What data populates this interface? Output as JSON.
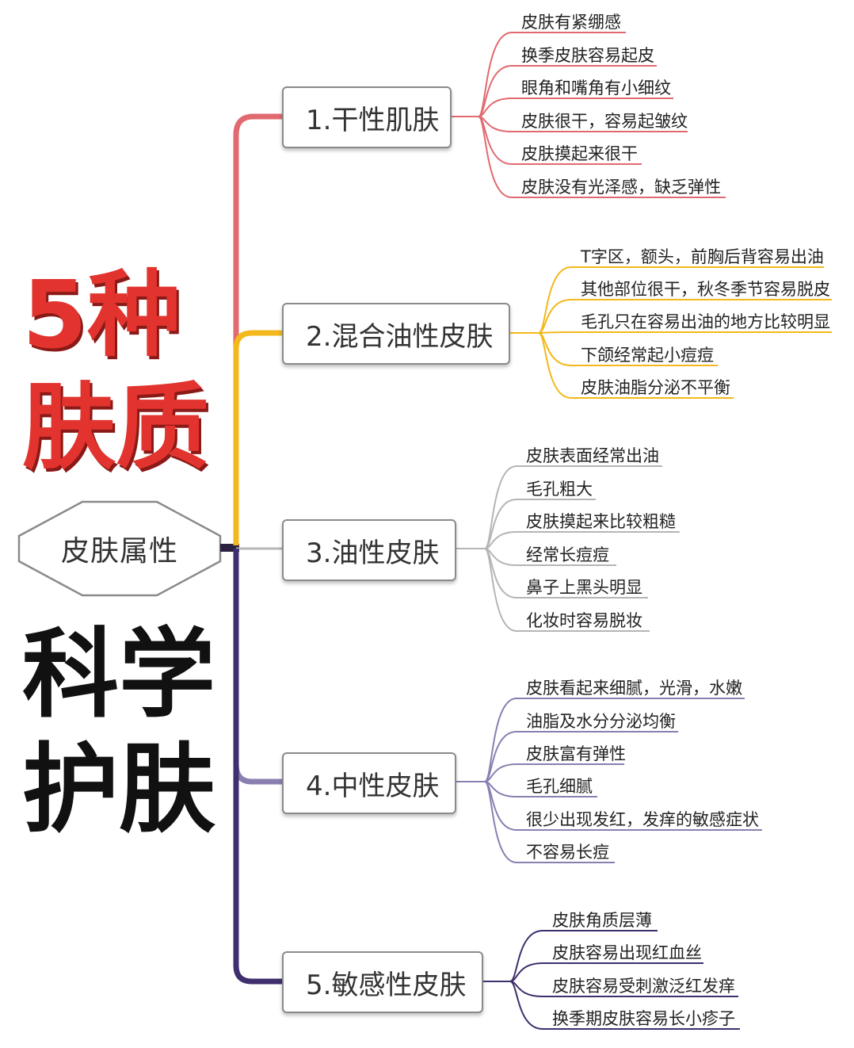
{
  "title": {
    "line1": "5种",
    "line2": "肤质",
    "line3": "科学",
    "line4": "护肤"
  },
  "root": "皮肤属性",
  "colors": {
    "dry": "#e06a70",
    "combination": "#f3b81b",
    "oily": "#b5b5b5",
    "neutral": "#8a7fb0",
    "sensitive": "#3f2f6e",
    "title_red": "#e2332e"
  },
  "categories": [
    {
      "label": "1.干性肌肤",
      "items": [
        "皮肤有紧绷感",
        "换季皮肤容易起皮",
        "眼角和嘴角有小细纹",
        "皮肤很干，容易起皱纹",
        "皮肤摸起来很干",
        "皮肤没有光泽感，缺乏弹性"
      ]
    },
    {
      "label": "2.混合油性皮肤",
      "items": [
        "T字区，额头，前胸后背容易出油",
        "其他部位很干，秋冬季节容易脱皮",
        "毛孔只在容易出油的地方比较明显",
        "下颌经常起小痘痘",
        "皮肤油脂分泌不平衡"
      ]
    },
    {
      "label": "3.油性皮肤",
      "items": [
        "皮肤表面经常出油",
        "毛孔粗大",
        "皮肤摸起来比较粗糙",
        "经常长痘痘",
        "鼻子上黑头明显",
        "化妆时容易脱妆"
      ]
    },
    {
      "label": "4.中性皮肤",
      "items": [
        "皮肤看起来细腻，光滑，水嫩",
        "油脂及水分分泌均衡",
        "皮肤富有弹性",
        "毛孔细腻",
        "很少出现发红，发痒的敏感症状",
        "不容易长痘"
      ]
    },
    {
      "label": "5.敏感性皮肤",
      "items": [
        "皮肤角质层薄",
        "皮肤容易出现红血丝",
        "皮肤容易受刺激泛红发痒",
        "换季期皮肤容易长小疹子"
      ]
    }
  ]
}
